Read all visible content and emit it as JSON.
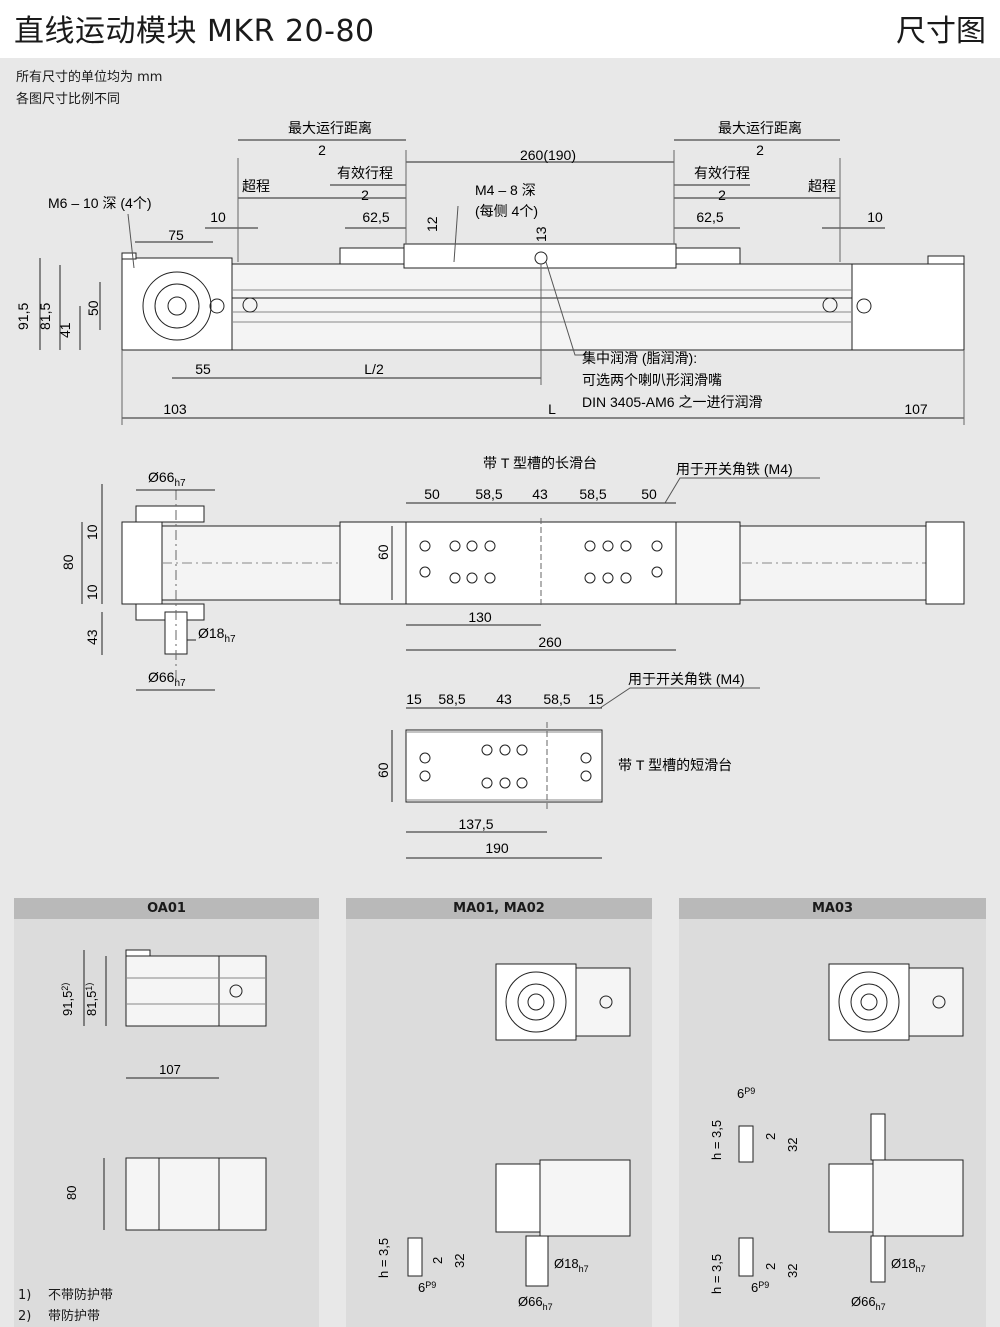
{
  "header": {
    "title": "直线运动模块 MKR 20-80",
    "section": "尺寸图"
  },
  "notes": [
    "所有尺寸的单位均为 mm",
    "各图尺寸比例不同"
  ],
  "top_view": {
    "max_travel": "最大运行距离",
    "two": "2",
    "center": "260(190)",
    "effective": "有效行程",
    "over": "超程",
    "m6": "M6 – 10 深 (4个)",
    "m4_1": "M4 – 8 深",
    "m4_2": "(每侧 4个)",
    "d10": "10",
    "d75": "75",
    "d62": "62,5",
    "d12": "12",
    "d13": "13",
    "h915": "91,5",
    "h815": "81,5",
    "h41": "41",
    "h50": "50",
    "d55": "55",
    "l2": "L/2",
    "d103": "103",
    "L": "L",
    "d107": "107",
    "lube1": "集中润滑 (脂润滑):",
    "lube2": "可选两个喇叭形润滑嘴",
    "lube3": "DIN 3405-AM6 之一进行润滑"
  },
  "plan_view": {
    "long_slide": "带 T 型槽的长滑台",
    "switch": "用于开关角铁 (M4)",
    "d66": "Ø66",
    "h7": "h7",
    "d18": "Ø18",
    "d50": "50",
    "d585": "58,5",
    "d43": "43",
    "h80": "80",
    "h10": "10",
    "h60": "60",
    "h43": "43",
    "d130": "130",
    "d260": "260"
  },
  "short_slide": {
    "label": "带 T 型槽的短滑台",
    "switch": "用于开关角铁 (M4)",
    "d15": "15",
    "d585": "58,5",
    "d43": "43",
    "h60": "60",
    "d1375": "137,5",
    "d190": "190"
  },
  "panels": [
    {
      "title": "OA01",
      "h915": "91,5",
      "sup2": "2)",
      "h815": "81,5",
      "sup1": "1)",
      "d107": "107",
      "h80": "80"
    },
    {
      "title": "MA01, MA02",
      "h35": "h = 3,5",
      "d2": "2",
      "d32": "32",
      "d6": "6",
      "p9": "P9",
      "d18": "Ø18",
      "d66": "Ø66",
      "h7": "h7"
    },
    {
      "title": "MA03",
      "h35": "h = 3,5",
      "d2": "2",
      "d32": "32",
      "d6": "6",
      "p9": "P9",
      "d18": "Ø18",
      "d66": "Ø66",
      "h7": "h7"
    }
  ],
  "footnotes": [
    {
      "num": "1)",
      "text": "不带防护带"
    },
    {
      "num": "2)",
      "text": "带防护带"
    }
  ]
}
